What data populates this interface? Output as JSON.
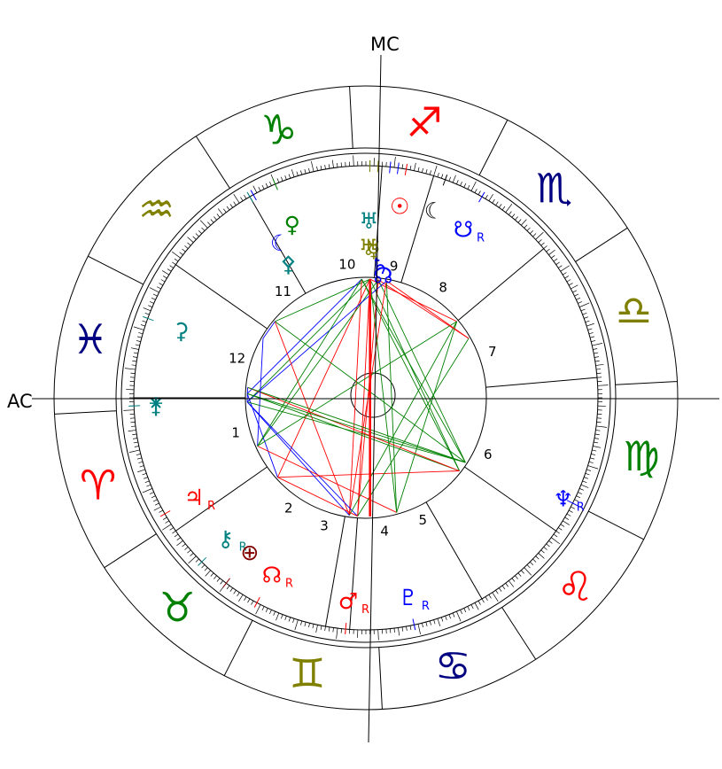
{
  "axes": {
    "ascendant": "AC",
    "midheaven": "MC"
  },
  "colors": {
    "fire": "#ff0000",
    "earth": "#008000",
    "air": "#808000",
    "water": "#000080",
    "line": "#000000",
    "aspect_red": "#ff0000",
    "aspect_green": "#008000",
    "aspect_blue": "#0000ff"
  },
  "signs": [
    {
      "name": "capricorn-sign",
      "glyph": "♑",
      "color": "#008000"
    },
    {
      "name": "sagittarius-sign",
      "glyph": "♐",
      "color": "#ff0000"
    },
    {
      "name": "scorpio-sign",
      "glyph": "♏",
      "color": "#000080"
    },
    {
      "name": "libra-sign",
      "glyph": "♎",
      "color": "#808000"
    },
    {
      "name": "virgo-sign",
      "glyph": "♍",
      "color": "#008000"
    },
    {
      "name": "leo-sign",
      "glyph": "♌",
      "color": "#ff0000"
    },
    {
      "name": "cancer-sign",
      "glyph": "♋",
      "color": "#000080"
    },
    {
      "name": "gemini-sign",
      "glyph": "♊",
      "color": "#808000"
    },
    {
      "name": "taurus-sign",
      "glyph": "♉",
      "color": "#008000"
    },
    {
      "name": "aries-sign",
      "glyph": "♈",
      "color": "#ff0000"
    },
    {
      "name": "pisces-sign",
      "glyph": "♓",
      "color": "#000080"
    },
    {
      "name": "aquarius-sign",
      "glyph": "♒",
      "color": "#808000"
    }
  ],
  "houses": [
    "1",
    "2",
    "3",
    "4",
    "5",
    "6",
    "7",
    "8",
    "9",
    "10",
    "11",
    "12"
  ],
  "planets": [
    {
      "name": "sun-icon",
      "glyph": "☉",
      "color": "#ff0000",
      "retro": ""
    },
    {
      "name": "moon-icon",
      "glyph": "☾",
      "color": "#000000",
      "retro": ""
    },
    {
      "name": "mercury-icon",
      "glyph": "☿",
      "color": "#808000",
      "retro": ""
    },
    {
      "name": "venus-icon",
      "glyph": "♀",
      "color": "#008000",
      "retro": ""
    },
    {
      "name": "black-moon-lilith-icon",
      "glyph": "☾",
      "color": "#0000ff",
      "retro": ""
    },
    {
      "name": "uranus-icon",
      "glyph": "♅",
      "color": "#008080",
      "retro": ""
    },
    {
      "name": "vesta-icon",
      "glyph": "♅",
      "color": "#808000",
      "retro": ""
    },
    {
      "name": "pallas-icon",
      "glyph": "⚴",
      "color": "#008080",
      "retro": ""
    },
    {
      "name": "juno-icon",
      "glyph": "⚵",
      "color": "#008080",
      "retro": ""
    },
    {
      "name": "ceres-icon",
      "glyph": "⚳",
      "color": "#008080",
      "retro": ""
    },
    {
      "name": "south-node-icon",
      "glyph": "☋",
      "color": "#0000ff",
      "retro": "R"
    },
    {
      "name": "jupiter-icon",
      "glyph": "♃",
      "color": "#ff0000",
      "retro": "R"
    },
    {
      "name": "chiron-icon",
      "glyph": "⚷",
      "color": "#008080",
      "retro": "R"
    },
    {
      "name": "part-of-fortune-icon",
      "glyph": "⊕",
      "color": "#800000",
      "retro": ""
    },
    {
      "name": "north-node-icon",
      "glyph": "☊",
      "color": "#ff0000",
      "retro": "R"
    },
    {
      "name": "mars-icon",
      "glyph": "♂",
      "color": "#ff0000",
      "retro": "R"
    },
    {
      "name": "pluto-icon",
      "glyph": "♇",
      "color": "#0000ff",
      "retro": "R"
    },
    {
      "name": "neptune-icon",
      "glyph": "♆",
      "color": "#0000ff",
      "retro": "R"
    },
    {
      "name": "saturn-icon",
      "glyph": "♄",
      "color": "#0000ff",
      "retro": ""
    },
    {
      "name": "node-small-icon",
      "glyph": "☊",
      "color": "#0000ff",
      "retro": ""
    }
  ]
}
